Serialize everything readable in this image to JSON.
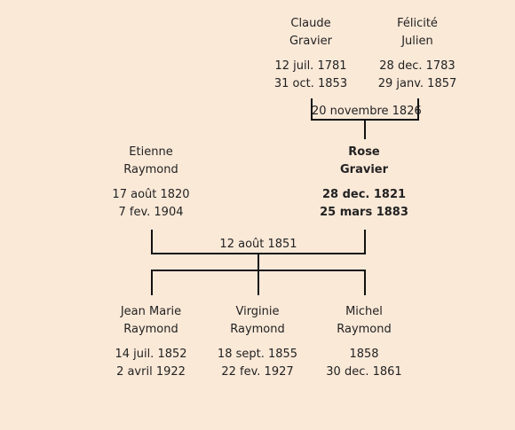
{
  "grandparents": {
    "father": {
      "first": "Claude",
      "last": "Gravier",
      "birth": "12 juil. 1781",
      "death": "31 oct. 1853"
    },
    "mother": {
      "first": "Félicité",
      "last": "Julien",
      "birth": "28 dec. 1783",
      "death": "29 janv. 1857"
    },
    "marriage": "20 novembre 1826"
  },
  "parents": {
    "father": {
      "first": "Etienne",
      "last": "Raymond",
      "birth": "17 août 1820",
      "death": "7 fev. 1904"
    },
    "mother": {
      "first": "Rose",
      "last": "Gravier",
      "birth": "28 dec. 1821",
      "death": "25 mars 1883"
    },
    "marriage": "12 août 1851"
  },
  "children": [
    {
      "first": "Jean Marie",
      "last": "Raymond",
      "birth": "14 juil. 1852",
      "death": "2 avril 1922"
    },
    {
      "first": "Virginie",
      "last": "Raymond",
      "birth": "18 sept. 1855",
      "death": "22 fev. 1927"
    },
    {
      "first": "Michel",
      "last": "Raymond",
      "birth": "1858",
      "death": "30 dec. 1861"
    }
  ]
}
